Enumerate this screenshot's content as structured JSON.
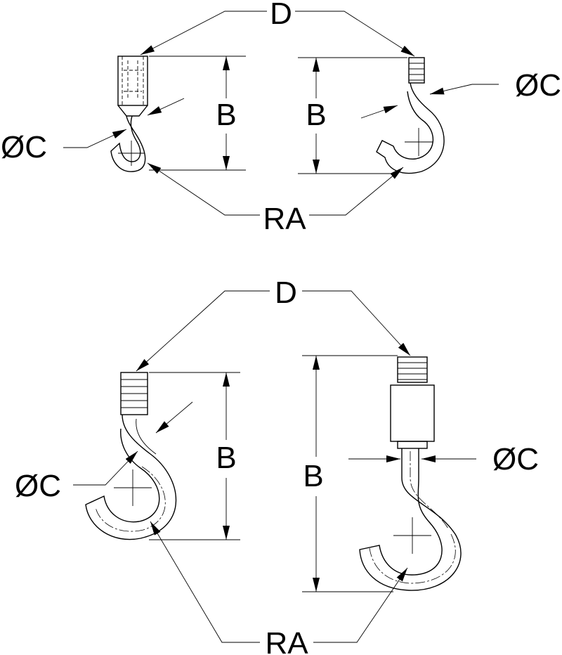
{
  "labels": {
    "top_d": "D",
    "top_b_left": "B",
    "top_b_right": "B",
    "top_c_left": "ØC",
    "top_c_right": "ØC",
    "top_ra": "RA",
    "bottom_d": "D",
    "bottom_b_left": "B",
    "bottom_b_right": "B",
    "bottom_c_left": "ØC",
    "bottom_c_right": "ØC",
    "bottom_ra": "RA"
  },
  "colors": {
    "line": "#000000",
    "background": "#ffffff"
  }
}
